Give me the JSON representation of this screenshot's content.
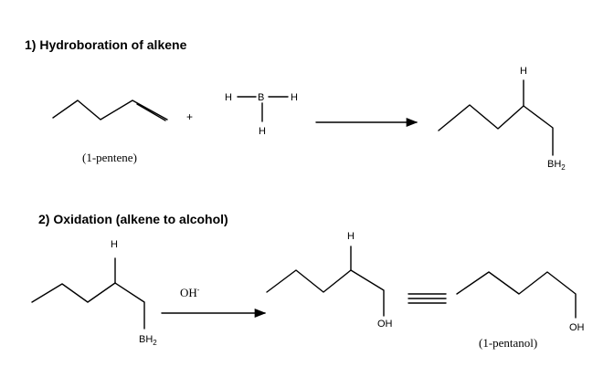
{
  "step1": {
    "title": "1) Hydroboration of alkene",
    "reactant_caption": "(1-pentene)",
    "plus": "+",
    "borane": {
      "h_left": "H",
      "boron": "B",
      "h_right": "H",
      "h_bottom": "H"
    },
    "product": {
      "h_top": "H",
      "bh": "BH",
      "bh_sub": "2"
    }
  },
  "step2": {
    "title": "2) Oxidation (alkene  to alcohol)",
    "reactant": {
      "h_top": "H",
      "bh": "BH",
      "bh_sub": "2"
    },
    "reagent": "OH",
    "reagent_sup": "-",
    "product": {
      "h_top": "H",
      "oh": "OH"
    },
    "equivalent": {
      "oh": "OH",
      "caption": "(1-pentanol)"
    }
  }
}
